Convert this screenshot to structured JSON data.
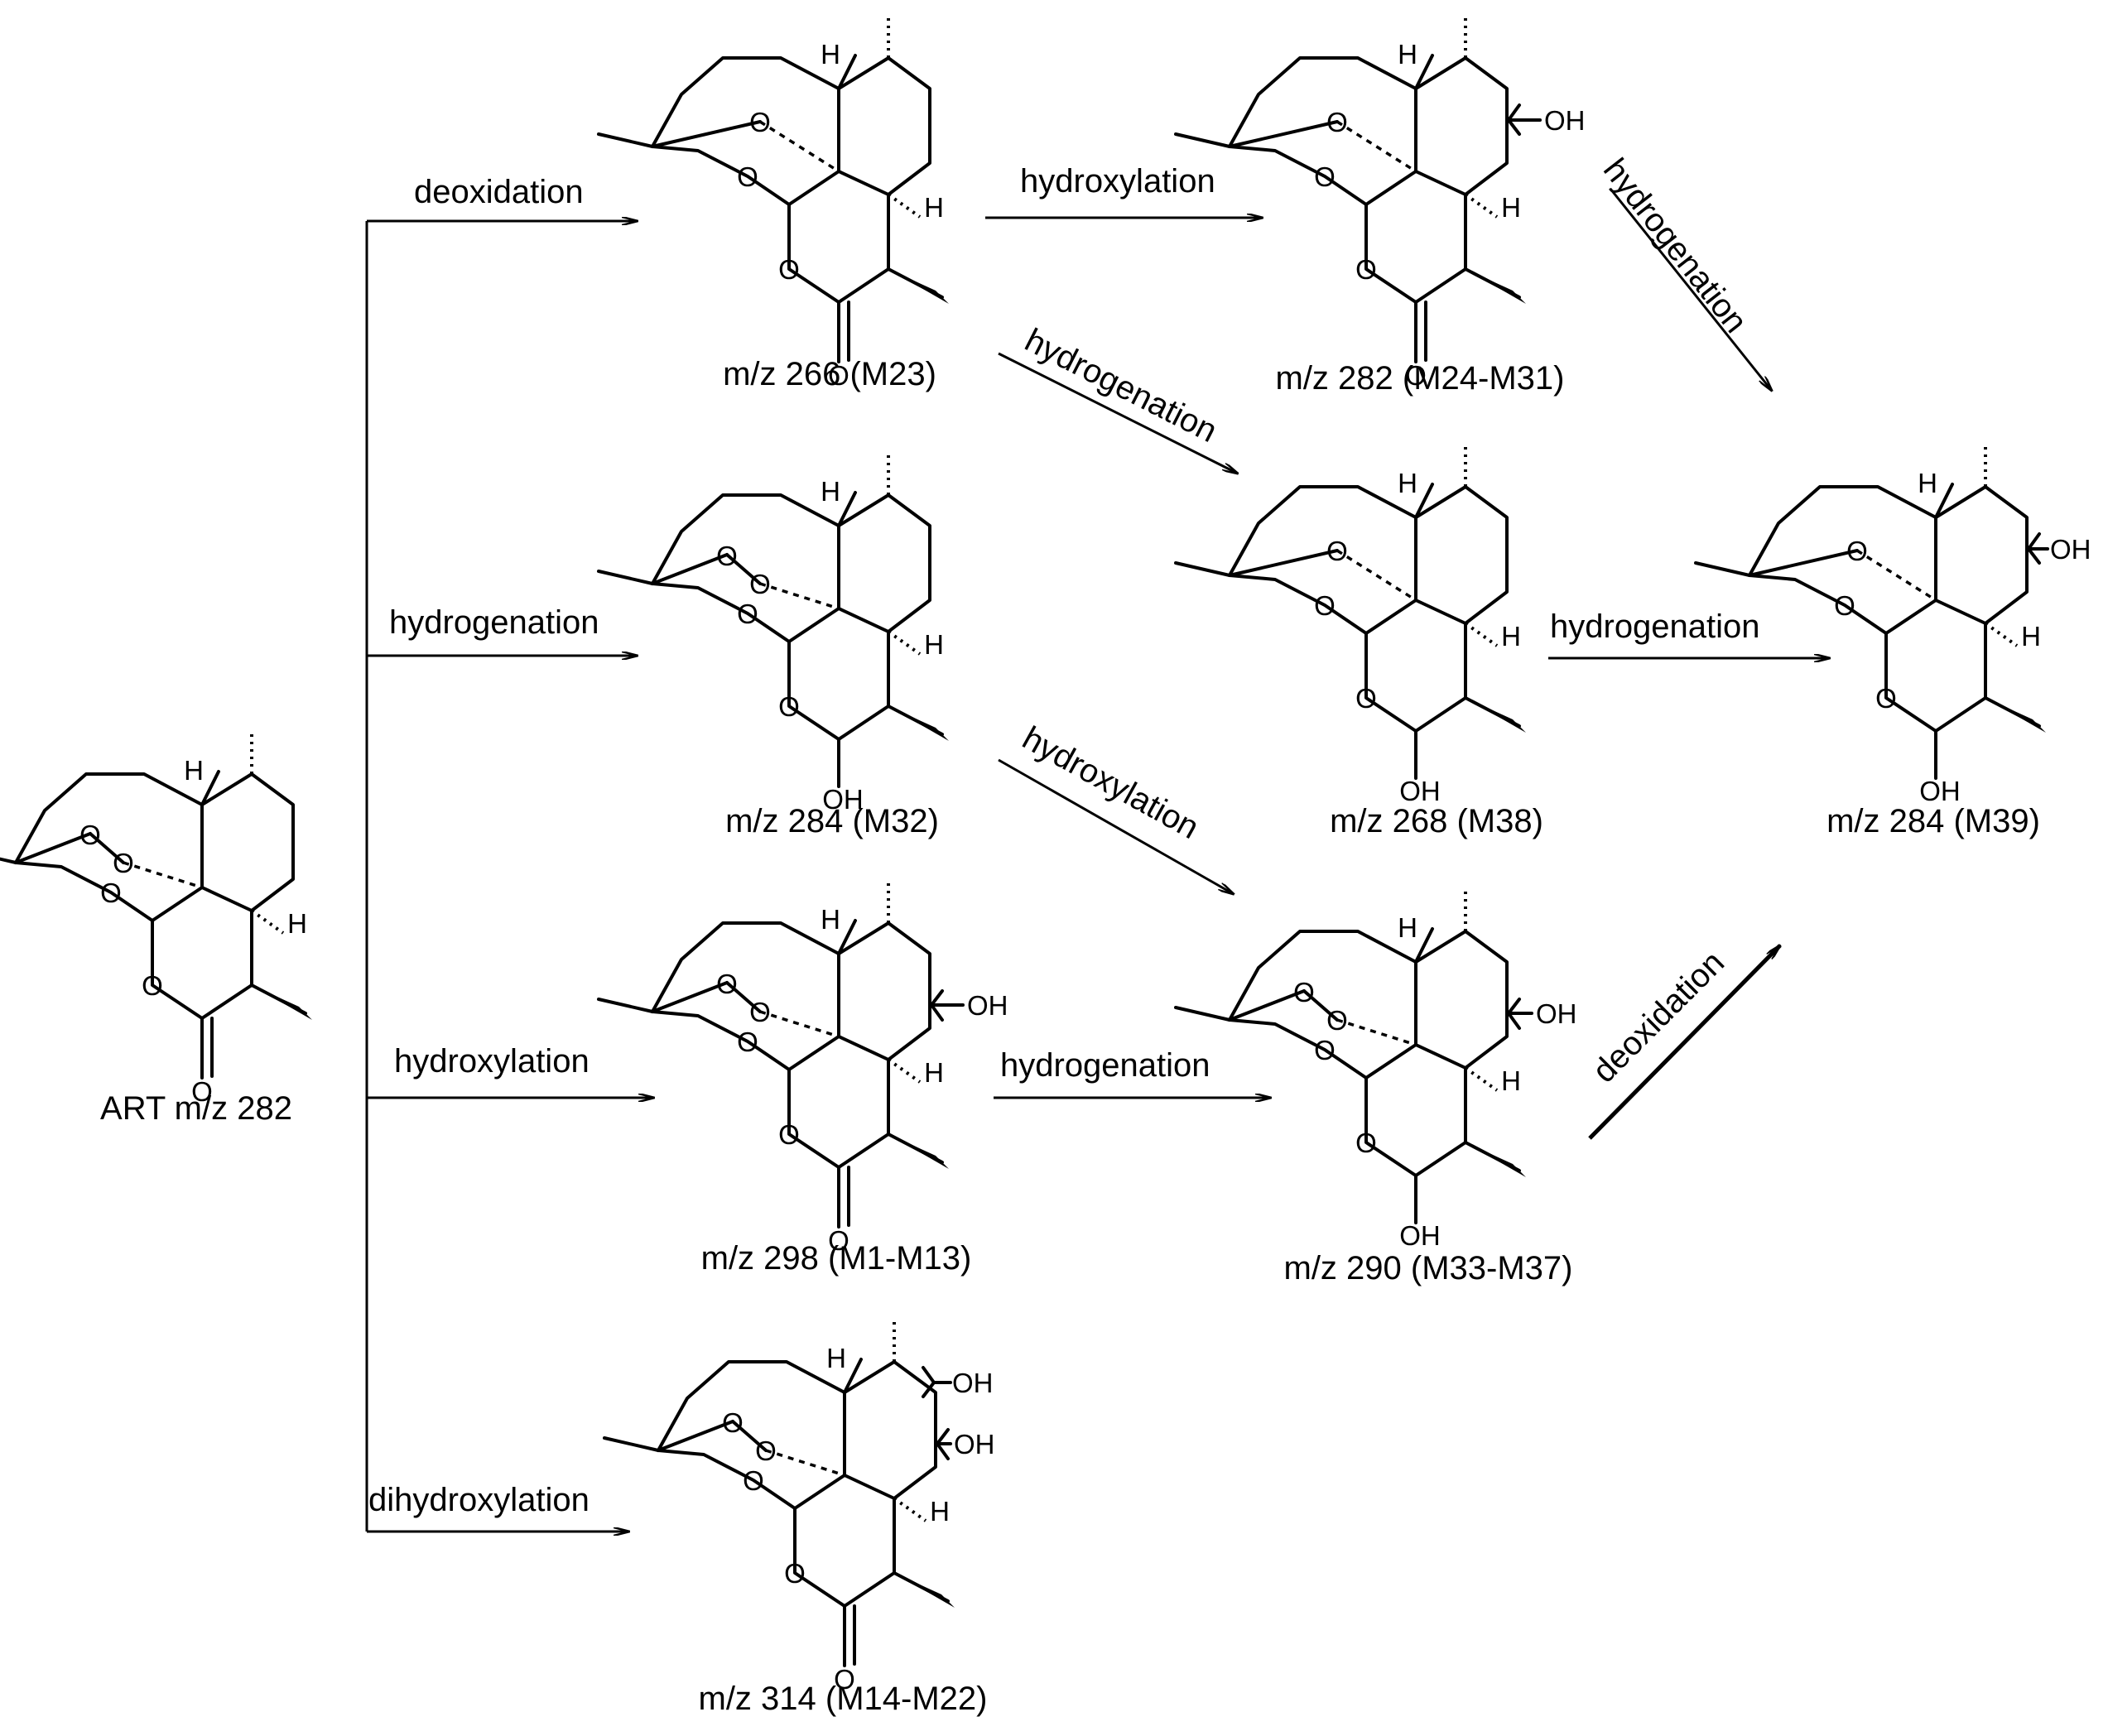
{
  "compounds": [
    {
      "id": "art",
      "label": "ART m/z  282"
    },
    {
      "id": "m23",
      "label": "m/z  266 (M23)"
    },
    {
      "id": "m32",
      "label": "m/z  284 (M32)"
    },
    {
      "id": "m1",
      "label": "m/z  298 (M1-M13)"
    },
    {
      "id": "m14",
      "label": "m/z  314 (M14-M22)"
    },
    {
      "id": "m24",
      "label": "m/z  282 (M24-M31)"
    },
    {
      "id": "m38",
      "label": "m/z  268 (M38)"
    },
    {
      "id": "m33",
      "label": "m/z  290 (M33-M37)"
    },
    {
      "id": "m39",
      "label": "m/z  284 (M39)"
    }
  ],
  "reactions": [
    {
      "id": "r1",
      "label": "deoxidation"
    },
    {
      "id": "r2",
      "label": "hydrogenation"
    },
    {
      "id": "r3",
      "label": "hydroxylation"
    },
    {
      "id": "r4",
      "label": "dihydroxylation"
    },
    {
      "id": "r5",
      "label": "hydroxylation"
    },
    {
      "id": "r6",
      "label": "hydrogenation"
    },
    {
      "id": "r7",
      "label": "hydrogenation"
    },
    {
      "id": "r8",
      "label": "hydroxylation"
    },
    {
      "id": "r9",
      "label": "hydrogenation"
    },
    {
      "id": "r10",
      "label": "hydrogenation"
    },
    {
      "id": "r11",
      "label": "deoxidation"
    }
  ],
  "atoms": {
    "O": "O",
    "H": "H",
    "OH": "OH"
  }
}
